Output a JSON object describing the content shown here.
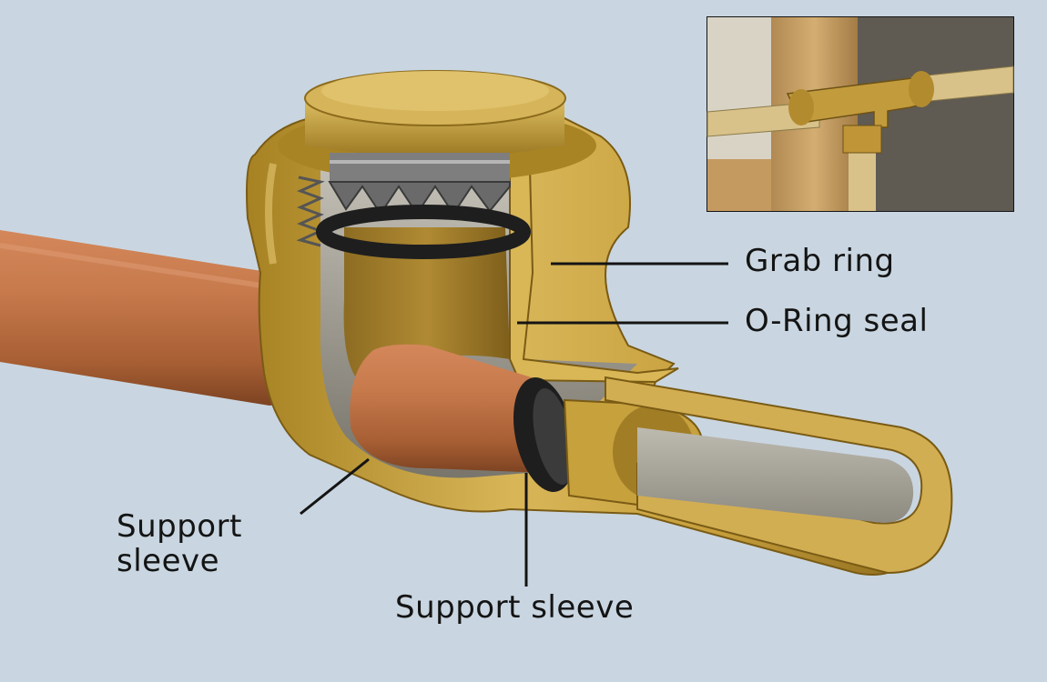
{
  "labels": {
    "grab_ring": "Grab ring",
    "o_ring_seal": "O-Ring seal",
    "support_sleeve_left": "Support\nsleeve",
    "support_sleeve_bottom": "Support sleeve"
  },
  "colors": {
    "background": "#c9d6e1",
    "brass": "#c9a440",
    "brass_dark": "#8a6a1a",
    "copper": "#b86c3e",
    "steel": "#8f8f8f",
    "o_ring": "#1e1e1e",
    "text": "#141414"
  }
}
